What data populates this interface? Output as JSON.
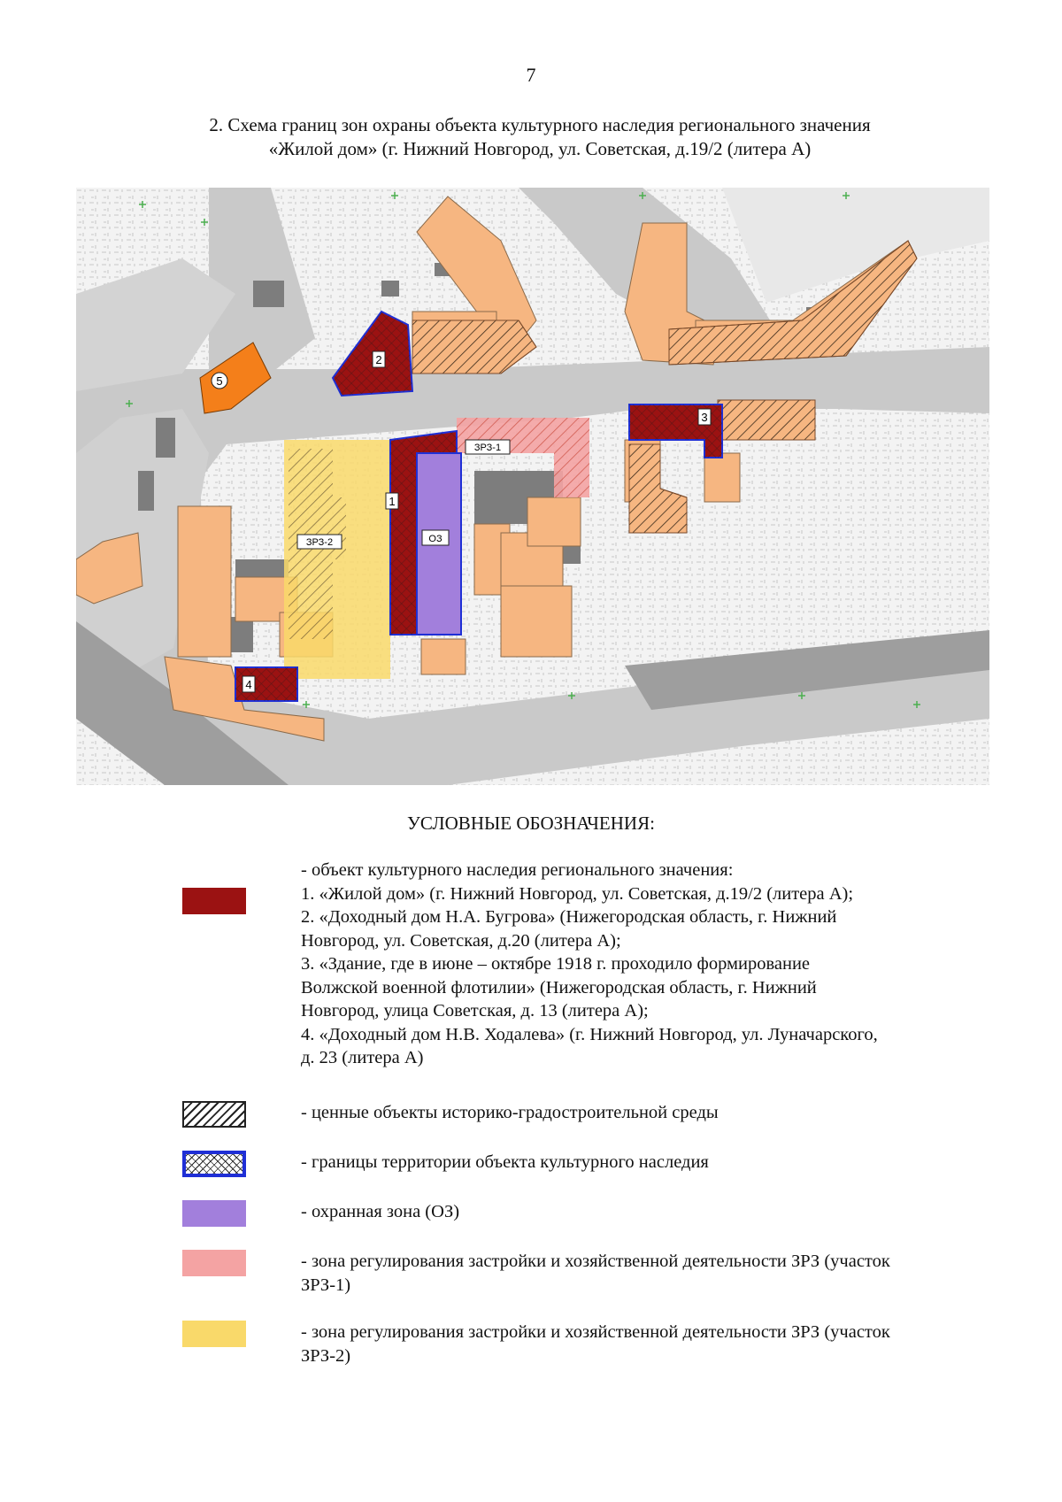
{
  "page_number": "7",
  "title": {
    "line1": "2. Схема границ зон охраны объекта культурного наследия регионального значения",
    "line2": "«Жилой дом» (г. Нижний Новгород, ул. Советская, д.19/2 (литера А)"
  },
  "map": {
    "labels": {
      "obj1": "1",
      "obj2": "2",
      "obj3": "3",
      "obj4": "4",
      "obj5": "5",
      "oz": "ОЗ",
      "zrz1": "ЗРЗ-1",
      "zrz2": "ЗРЗ-2"
    },
    "colors": {
      "heritage": "#9b1212",
      "heritage_boundary": "#1f2fd6",
      "protection_zone": "#a27fdc",
      "zrz1": "#f4a3a3",
      "zrz2": "#f9d96a",
      "building": "#f6b681",
      "building_orange": "#f47f1a",
      "building_grey": "#7d7d7d",
      "road": "#c9c9c9"
    }
  },
  "legend": {
    "title": "УСЛОВНЫЕ ОБОЗНАЧЕНИЯ:",
    "items": [
      {
        "swatch": "heritage",
        "lines": [
          "- объект культурного наследия регионального значения:",
          "1. «Жилой дом» (г. Нижний Новгород, ул. Советская, д.19/2 (литера А);",
          "2. «Доходный дом Н.А. Бугрова» (Нижегородская область, г. Нижний",
          "Новгород, ул. Советская, д.20 (литера А);",
          "3. «Здание, где в июне – октябре 1918 г. проходило формирование",
          "Волжской военной флотилии» (Нижегородская область, г. Нижний",
          "Новгород, улица Советская, д. 13 (литера А);",
          "4. «Доходный дом Н.В. Ходалева» (г. Нижний Новгород, ул. Луначарского,",
          "д. 23 (литера А)"
        ]
      },
      {
        "swatch": "hatched",
        "lines": [
          "- ценные объекты историко-градостроительной среды"
        ]
      },
      {
        "swatch": "boundary",
        "lines": [
          "- границы территории объекта культурного наследия"
        ]
      },
      {
        "swatch": "protection_zone",
        "lines": [
          "- охранная зона (ОЗ)"
        ]
      },
      {
        "swatch": "zrz1",
        "lines": [
          "- зона регулирования застройки и хозяйственной деятельности ЗРЗ (участок",
          "ЗРЗ-1)"
        ]
      },
      {
        "swatch": "zrz2",
        "lines": [
          "- зона регулирования застройки и хозяйственной деятельности ЗРЗ (участок",
          "ЗРЗ-2)"
        ]
      }
    ]
  }
}
